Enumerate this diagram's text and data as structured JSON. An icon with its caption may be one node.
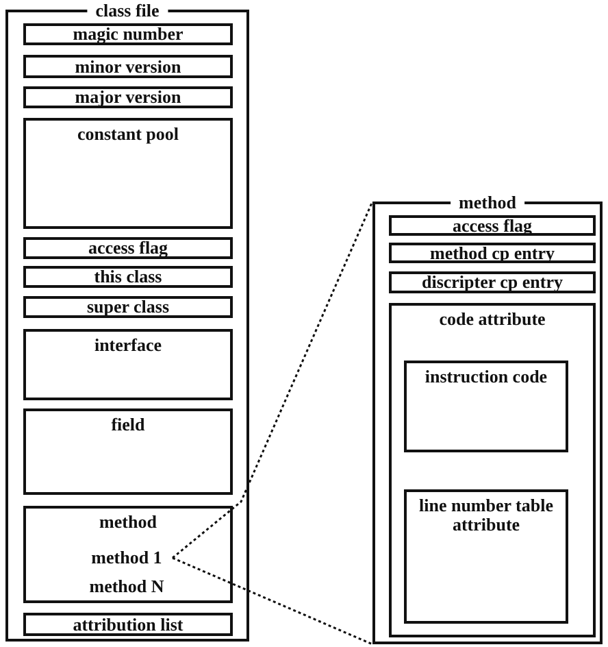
{
  "diagram": {
    "nodes": [
      {
        "text": [
          "class file"
        ]
      },
      {
        "text": [
          "magic number"
        ],
        "in": 0
      },
      {
        "text": [
          "minor version"
        ],
        "in": 0
      },
      {
        "text": [
          "major version"
        ],
        "in": 0
      },
      {
        "text": [
          "constant pool"
        ],
        "in": 0
      },
      {
        "text": [
          "access flag"
        ],
        "in": 0
      },
      {
        "text": [
          "this class"
        ],
        "in": 0
      },
      {
        "text": [
          "super class"
        ],
        "in": 0
      },
      {
        "text": [
          "interface"
        ],
        "in": 0
      },
      {
        "text": [
          "field"
        ],
        "in": 0
      },
      {
        "text": [
          "method"
        ],
        "in": 0
      },
      {
        "text": [
          "method 1"
        ],
        "in": 10
      },
      {
        "text": [
          "method N"
        ],
        "in": 10
      },
      {
        "text": [
          "attribution list"
        ],
        "in": 0
      },
      {
        "text": [
          "method"
        ]
      },
      {
        "text": [
          "access flag"
        ],
        "in": 14
      },
      {
        "text": [
          "method cp entry"
        ],
        "in": 14
      },
      {
        "text": [
          "discripter cp entry"
        ],
        "in": 14
      },
      {
        "text": [
          "code attribute"
        ],
        "in": 14
      },
      {
        "text": [
          "instruction code"
        ],
        "in": 18
      },
      {
        "text": [
          "line number table attribute"
        ],
        "in": 18
      }
    ],
    "edges": [
      {
        "from": 11,
        "to": 14,
        "arrow": "none",
        "style": "dashed"
      },
      {
        "from": 11,
        "to": 14,
        "arrow": "none",
        "style": "dashed"
      }
    ]
  }
}
